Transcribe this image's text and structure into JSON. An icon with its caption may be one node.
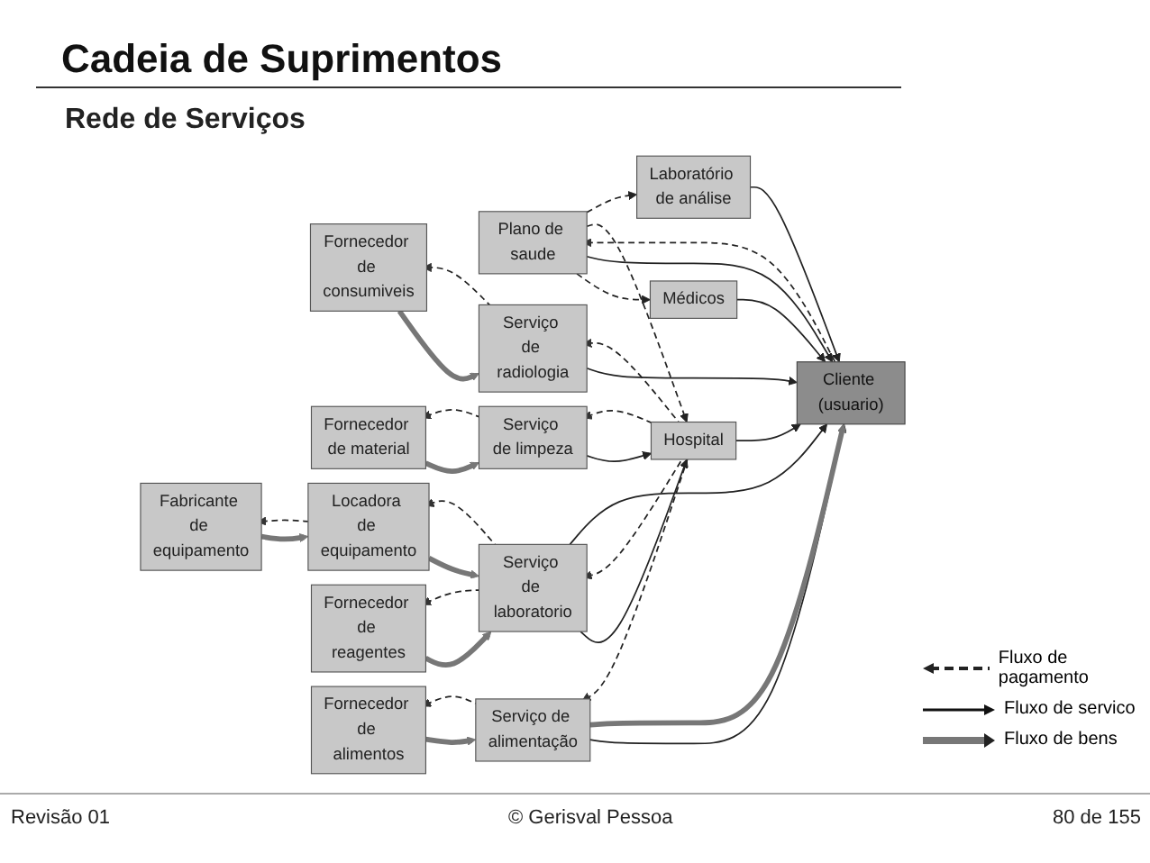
{
  "diagram": {
    "title": "Cadeia de Suprimentos",
    "nodes": [
      {
        "text": [
          "Fornecedor de consumiveis"
        ]
      },
      {
        "text": [
          "Serviço de radiologia"
        ]
      },
      {
        "text": [
          "Plano de saude"
        ]
      },
      {
        "text": [
          "Médicos"
        ]
      },
      {
        "text": [
          "Fornecedor de material"
        ]
      },
      {
        "text": [
          "Serviço de limpeza"
        ]
      },
      {
        "text": [
          "Hospital"
        ]
      },
      {
        "text": [
          "Cliente (usuario)"
        ]
      },
      {
        "text": [
          "Fabricante de equipamento"
        ]
      },
      {
        "text": [
          "Locadora de equipamento"
        ]
      },
      {
        "text": [
          "Serviço de laboratorio"
        ]
      },
      {
        "text": [
          "Fornecedor de reagentes"
        ]
      },
      {
        "text": [
          "Laboratório de análise"
        ]
      },
      {
        "text": [
          "Fornecedor de alimentos"
        ]
      },
      {
        "text": [
          "Serviço de alimentação"
        ]
      }
    ],
    "edges": [
      {
        "from": 0,
        "to": 1,
        "arrow": "to",
        "style": "thick"
      },
      {
        "from": 1,
        "to": 0,
        "arrow": "to",
        "style": "dashed"
      },
      {
        "from": 4,
        "to": 5,
        "arrow": "to",
        "style": "thick"
      },
      {
        "from": 5,
        "to": 4,
        "arrow": "to",
        "style": "dashed"
      },
      {
        "from": 8,
        "to": 9,
        "arrow": "to",
        "style": "thick"
      },
      {
        "from": 9,
        "to": 8,
        "arrow": "to",
        "style": "dashed"
      },
      {
        "from": 9,
        "to": 10,
        "arrow": "to",
        "style": "thick"
      },
      {
        "from": 10,
        "to": 9,
        "arrow": "to",
        "style": "dashed"
      },
      {
        "from": 11,
        "to": 10,
        "arrow": "to",
        "style": "thick"
      },
      {
        "from": 10,
        "to": 11,
        "arrow": "to",
        "style": "dashed"
      },
      {
        "from": 13,
        "to": 14,
        "arrow": "to",
        "style": "thick"
      },
      {
        "from": 14,
        "to": 13,
        "arrow": "to",
        "style": "dashed"
      },
      {
        "from": 1,
        "to": 7,
        "arrow": "to"
      },
      {
        "from": 6,
        "to": 1,
        "arrow": "to",
        "style": "dashed"
      },
      {
        "from": 5,
        "to": 6,
        "arrow": "to"
      },
      {
        "from": 6,
        "to": 5,
        "arrow": "to",
        "style": "dashed"
      },
      {
        "from": 10,
        "to": 6,
        "arrow": "to"
      },
      {
        "from": 6,
        "to": 10,
        "arrow": "to",
        "style": "dashed"
      },
      {
        "from": 10,
        "to": 7,
        "arrow": "to"
      },
      {
        "from": 14,
        "to": 7,
        "arrow": "to"
      },
      {
        "from": 14,
        "to": 7,
        "arrow": "to",
        "style": "thick"
      },
      {
        "from": 6,
        "to": 14,
        "arrow": "to",
        "style": "dashed"
      },
      {
        "from": 6,
        "to": 7,
        "arrow": "to"
      },
      {
        "from": 3,
        "to": 7,
        "arrow": "to"
      },
      {
        "from": 2,
        "to": 3,
        "arrow": "to",
        "style": "dashed"
      },
      {
        "from": 2,
        "to": 7,
        "arrow": "to"
      },
      {
        "from": 7,
        "to": 2,
        "arrow": "to",
        "style": "dashed"
      },
      {
        "from": 2,
        "to": 6,
        "arrow": "to",
        "style": "dashed"
      },
      {
        "from": 2,
        "to": 12,
        "arrow": "to",
        "style": "dashed"
      },
      {
        "from": 12,
        "to": 7,
        "arrow": "to"
      }
    ],
    "labels": [
      "Rede de Serviços",
      "Revisão 01",
      "© Gerisval Pessoa",
      "80 de 155"
    ],
    "legend": [
      {
        "text": "Fluxo de pagamento"
      },
      {
        "text": "Fluxo de servico"
      },
      {
        "text": "Fluxo de bens"
      }
    ]
  }
}
